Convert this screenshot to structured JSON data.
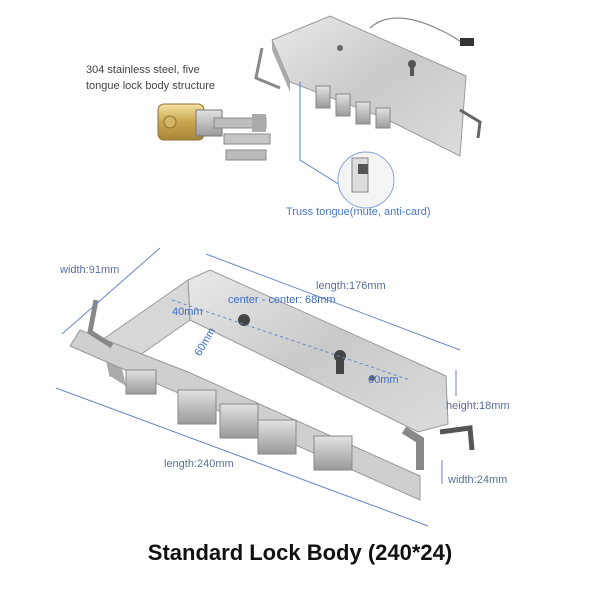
{
  "callouts": {
    "material": "304 stainless steel, five",
    "material_line2": "tongue lock body structure",
    "truss": "Truss tongue(mute, anti-card)"
  },
  "dimensions": {
    "width": "width:91mm",
    "length_top": "length:176mm",
    "center": "center - center: 68mm",
    "d40": "40mm",
    "d60a": "60mm",
    "d60b": "60mm",
    "height": "height:18mm",
    "length_bottom": "length:240mm",
    "width_bottom": "width:24mm"
  },
  "caption": "Standard Lock Body (240*24)",
  "icons": [
    "lock-body-image",
    "lock-cylinder-image",
    "key-image",
    "zoom-circle-image"
  ]
}
